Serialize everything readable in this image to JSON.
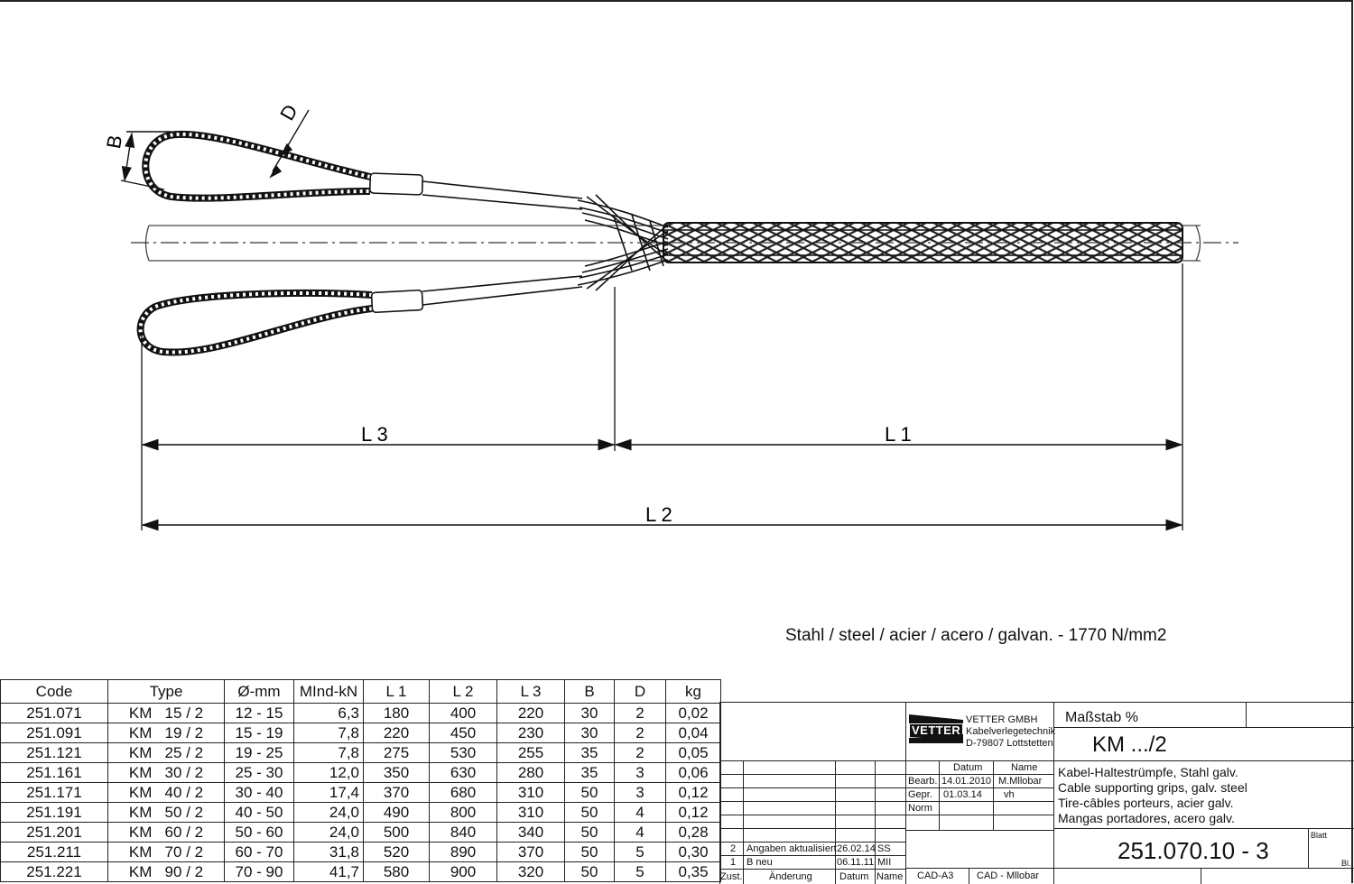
{
  "dimensions": {
    "b": "B",
    "d": "D",
    "l1": "L 1",
    "l2": "L 2",
    "l3": "L 3"
  },
  "material": "Stahl / steel / acier / acero / galvan. - 1770 N/mm2",
  "table": {
    "headers": [
      "Code",
      "Type",
      "Ø-mm",
      "MInd-kN",
      "L 1",
      "L 2",
      "L 3",
      "B",
      "D",
      "kg"
    ],
    "rows": [
      [
        "251.071",
        "KM   15 / 2",
        "12 - 15",
        "6,3",
        "180",
        "400",
        "220",
        "30",
        "2",
        "0,02"
      ],
      [
        "251.091",
        "KM   19 / 2",
        "15 - 19",
        "7,8",
        "220",
        "450",
        "230",
        "30",
        "2",
        "0,04"
      ],
      [
        "251.121",
        "KM   25 / 2",
        "19 - 25",
        "7,8",
        "275",
        "530",
        "255",
        "35",
        "2",
        "0,05"
      ],
      [
        "251.161",
        "KM   30 / 2",
        "25 - 30",
        "12,0",
        "350",
        "630",
        "280",
        "35",
        "3",
        "0,06"
      ],
      [
        "251.171",
        "KM   40 / 2",
        "30 - 40",
        "17,4",
        "370",
        "680",
        "310",
        "50",
        "3",
        "0,12"
      ],
      [
        "251.191",
        "KM   50 / 2",
        "40 - 50",
        "24,0",
        "490",
        "800",
        "310",
        "50",
        "4",
        "0,12"
      ],
      [
        "251.201",
        "KM   60 / 2",
        "50 - 60",
        "24,0",
        "500",
        "840",
        "340",
        "50",
        "4",
        "0,28"
      ],
      [
        "251.211",
        "KM   70 / 2",
        "60 - 70",
        "31,8",
        "520",
        "890",
        "370",
        "50",
        "5",
        "0,30"
      ],
      [
        "251.221",
        "KM   90 / 2",
        "70 - 90",
        "41,7",
        "580",
        "900",
        "320",
        "50",
        "5",
        "0,35"
      ]
    ]
  },
  "titleblock": {
    "company_name": "VETTER GMBH",
    "company_line2": "Kabelverlegetechnik",
    "company_line3": "D-79807 Lottstetten",
    "logo_text": "VETTER",
    "scale_label": "Maßstab    %",
    "title": "KM .../2",
    "desc_de": "Kabel-Haltestrümpfe, Stahl galv.",
    "desc_en": "Cable supporting grips, galv. steel",
    "desc_fr": "Tire-câbles porteurs, acier galv.",
    "desc_es": "Mangas portadores, acero galv.",
    "sheet_label": "Blatt",
    "sheet_short": "Bl.",
    "drawing_number": "251.070.10 - 3",
    "col_datum": "Datum",
    "col_name": "Name",
    "bearb_label": "Bearb.",
    "bearb_date": "14.01.2010",
    "bearb_name": "M.Mllobar",
    "gepr_label": "Gepr.",
    "gepr_date": "01.03.14",
    "gepr_name": "vh",
    "norm_label": "Norm",
    "rev2_no": "2",
    "rev2_text": "Angaben aktualisiert",
    "rev2_date": "26.02.14",
    "rev2_name": "SS",
    "rev1_no": "1",
    "rev1_text": "B neu",
    "rev1_date": "06.11.11",
    "rev1_name": "MII",
    "hdr_zust": "Zust.",
    "hdr_aenderung": "Änderung",
    "hdr_datum": "Datum",
    "hdr_name": "Name",
    "cad_format": "CAD-A3",
    "cad_author": "CAD - Mllobar"
  }
}
